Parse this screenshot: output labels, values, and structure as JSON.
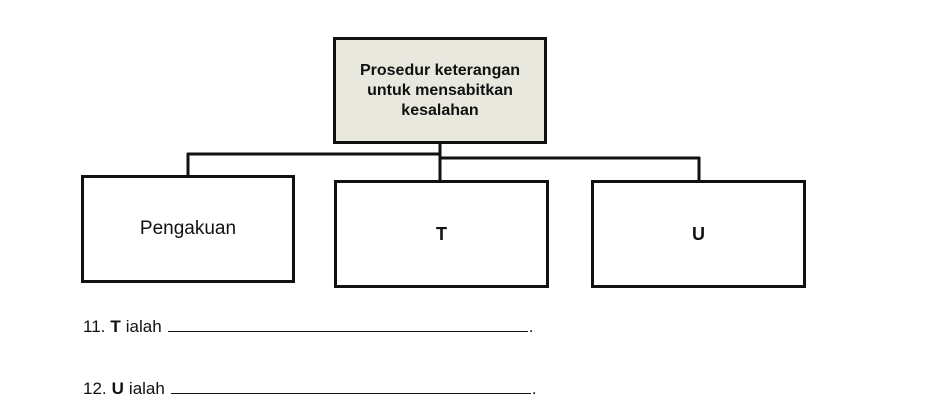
{
  "diagram": {
    "root": {
      "label": "Prosedur keterangan untuk mensabitkan kesalahan"
    },
    "children": [
      {
        "label": "Pengakuan"
      },
      {
        "label": "T"
      },
      {
        "label": "U"
      }
    ]
  },
  "questions": [
    {
      "number": "11.",
      "letter": "T",
      "text": "ialah",
      "end": "."
    },
    {
      "number": "12.",
      "letter": "U",
      "text": "ialah",
      "end": "."
    }
  ]
}
